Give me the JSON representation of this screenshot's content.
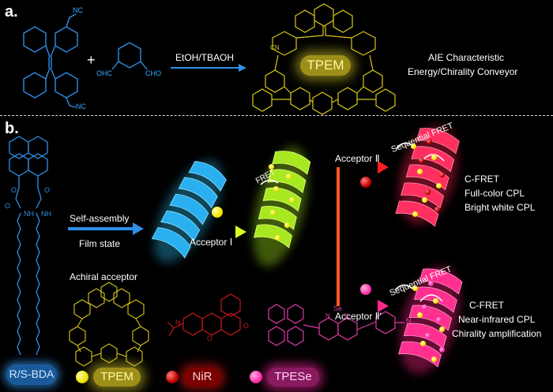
{
  "panel_a": {
    "label": "a.",
    "plus": "+",
    "reagent_left_group": "NC",
    "reagent_left_group_bottom": "NC",
    "pyridine_left": "OHC",
    "pyridine_right": "CHO",
    "conditions": "EtOH/TBAOH",
    "product_name": "TPEM",
    "macrocycle_cn": "CN",
    "description_line1": "AIE Characteristic",
    "description_line2": "Energy/Chirality Conveyor"
  },
  "panel_b": {
    "label": "b.",
    "bda_amide_left": "O",
    "bda_nh_left": "NH",
    "bda_nh_right": "NH",
    "bda_o_left": "O",
    "bda_o_right": "O",
    "self_assembly": "Self-assembly",
    "film_state": "Film state",
    "acceptor1": "Acceptor Ⅰ",
    "fret": "FRET",
    "acceptor2": "Acceptor Ⅱ",
    "acceptor2_prime": "Acceptor Ⅱ'",
    "sequential_fret_top": "Sequential FRET",
    "sequential_fret_bottom": "Sequential FRET",
    "top_cfret": "C-FRET",
    "top_line2": "Full-color CPL",
    "top_line3": "Bright white CPL",
    "bottom_cfret": "C-FRET",
    "bottom_line2": "Near-infrared CPL",
    "bottom_line3": "Chirality amplification",
    "achiral_acceptor": "Achiral acceptor",
    "bda_label": "R/S-BDA",
    "legend": [
      {
        "name": "TPEM",
        "color": "#f2e600"
      },
      {
        "name": "NiR",
        "color": "#c40000"
      },
      {
        "name": "TPESe",
        "color": "#ff33aa"
      }
    ],
    "nir_atoms": {
      "n": "N",
      "o_ring": "O",
      "o_carbonyl": "O"
    },
    "tpese_atoms": {
      "se": "Se",
      "n1": "N",
      "n2": "N",
      "n_term": "N"
    }
  },
  "colors": {
    "cyan_structure": "#2f8fe6",
    "yellow_structure": "#d8c81a",
    "helix_blue": "#30c8ff",
    "helix_green": "#b4ff20",
    "helix_red": "#ff2050",
    "helix_pink": "#ff2080"
  }
}
